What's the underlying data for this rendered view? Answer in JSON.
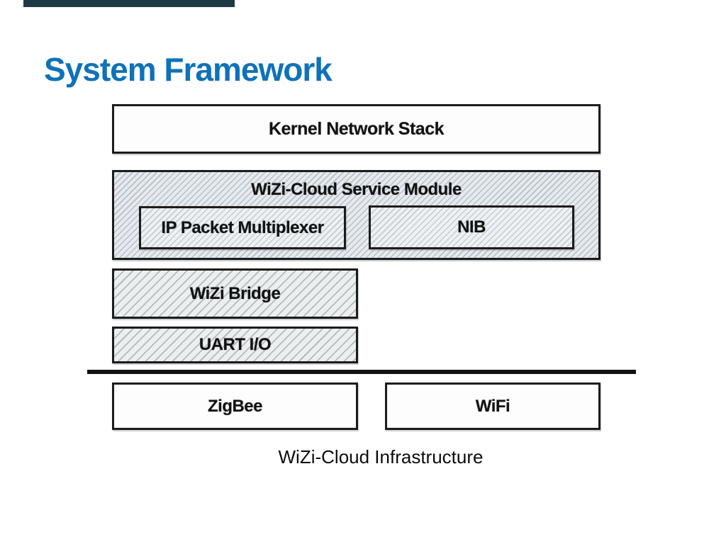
{
  "slide": {
    "title": "System Framework",
    "title_color": "#0e72b9",
    "accent_bar_color": "#1d3a45"
  },
  "diagram": {
    "boxes": {
      "kernel": "Kernel Network Stack",
      "service_module": "WiZi-Cloud Service Module",
      "ip_packet_multiplexer": "IP Packet Multiplexer",
      "nib": "NIB",
      "wizi_bridge": "WiZi Bridge",
      "uart_io": "UART I/O",
      "zigbee": "ZigBee",
      "wifi": "WiFi"
    },
    "caption": "WiZi-Cloud Infrastructure",
    "hatch_line_color": "#b6bfc7",
    "border_color": "#1c1c1c"
  }
}
